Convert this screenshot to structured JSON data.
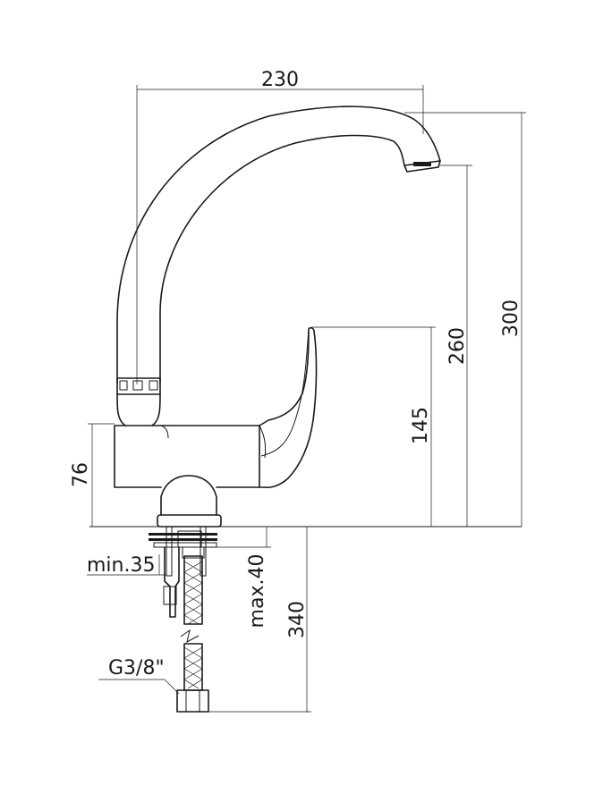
{
  "dimensions": {
    "reach": "230",
    "total_height": "300",
    "spout_height": "260",
    "lever_height": "145",
    "body_height": "76",
    "min_hole": "min.35",
    "max_deck": "max.40",
    "hose_length": "340",
    "thread": "G3/8\""
  },
  "colors": {
    "line": "#1a1a1a",
    "background": "#ffffff"
  }
}
